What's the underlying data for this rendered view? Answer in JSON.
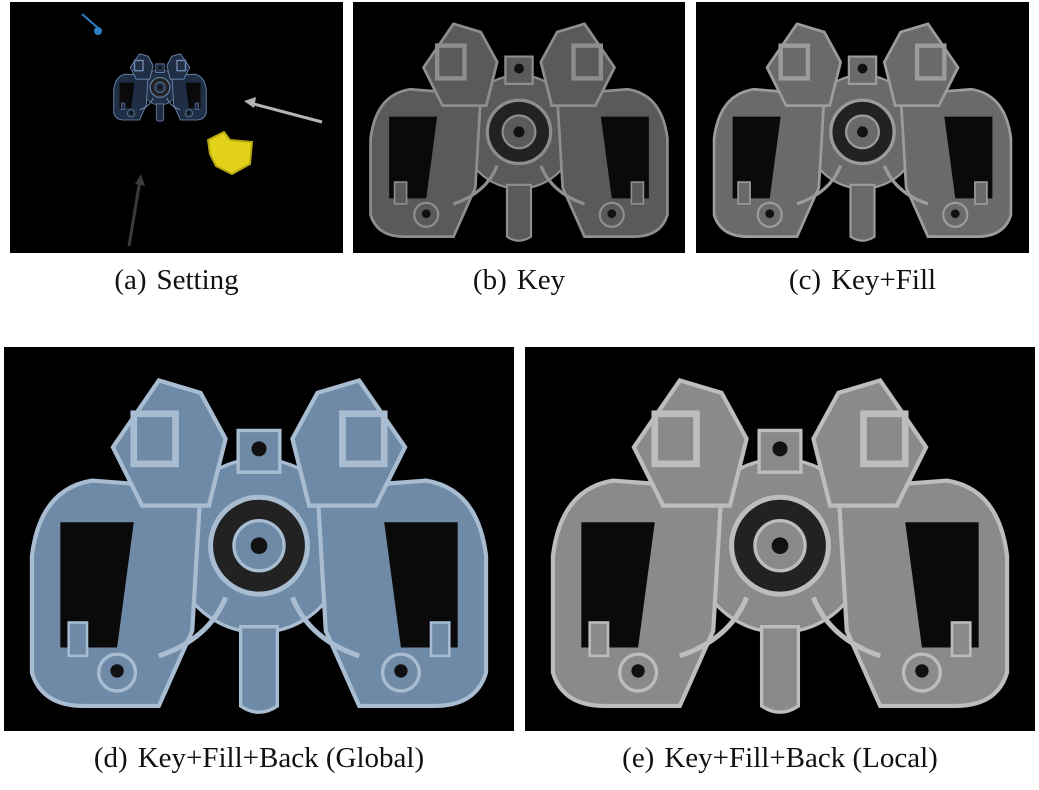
{
  "figure": {
    "panels": [
      {
        "label": "(a)",
        "title": "Setting"
      },
      {
        "label": "(b)",
        "title": "Key"
      },
      {
        "label": "(c)",
        "title": "Key+Fill"
      },
      {
        "label": "(d)",
        "title": "Key+Fill+Back (Global)"
      },
      {
        "label": "(e)",
        "title": "Key+Fill+Back (Local)"
      }
    ]
  },
  "colors": {
    "background": "#000000",
    "key_light": "#2e7fc4",
    "fill_light": "#e3d21a",
    "back_light": "#b4b4b4",
    "model_gray": "#8a8a8a",
    "model_blue": "#7f98b2"
  }
}
